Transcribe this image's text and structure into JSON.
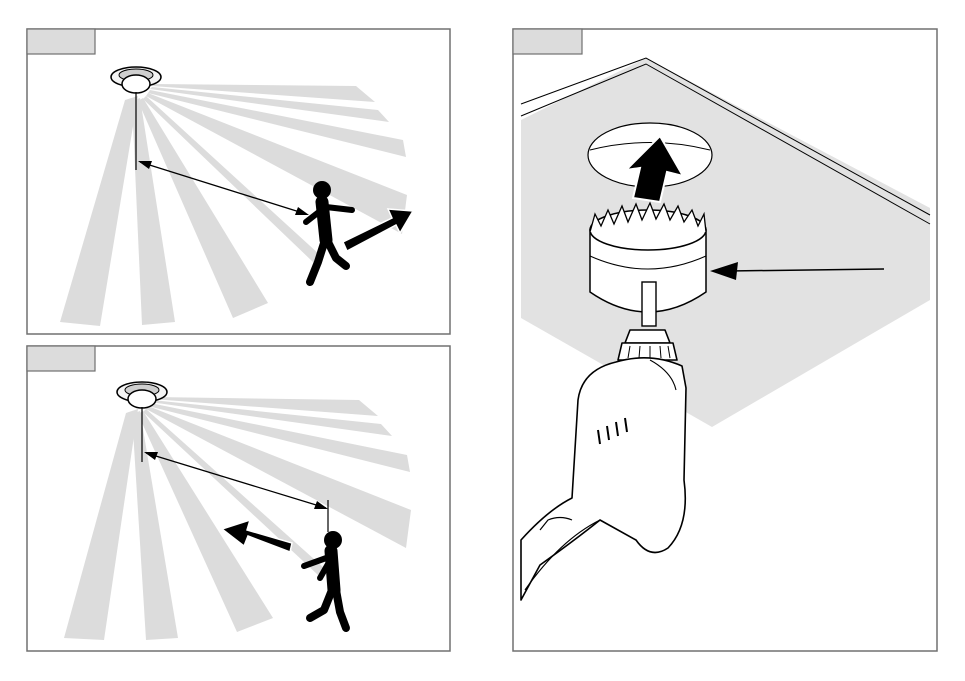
{
  "panels": [
    {
      "name": "detection-tangential-walk",
      "tab_label": "",
      "walk_direction": "tangential"
    },
    {
      "name": "detection-radial-walk",
      "tab_label": "",
      "walk_direction": "radial"
    },
    {
      "name": "drill-ceiling-hole",
      "tab_label": "",
      "tool": "hole-saw"
    }
  ],
  "colors": {
    "frame": "#707070",
    "tab": "#dcdcdc",
    "zone": "#dcdcdc",
    "ceiling": "#e2e2e2",
    "ink": "#000000"
  },
  "icons": [
    "ceiling-sensor-icon",
    "person-icon",
    "direction-arrow-icon",
    "hole-saw-icon",
    "drill-icon"
  ]
}
